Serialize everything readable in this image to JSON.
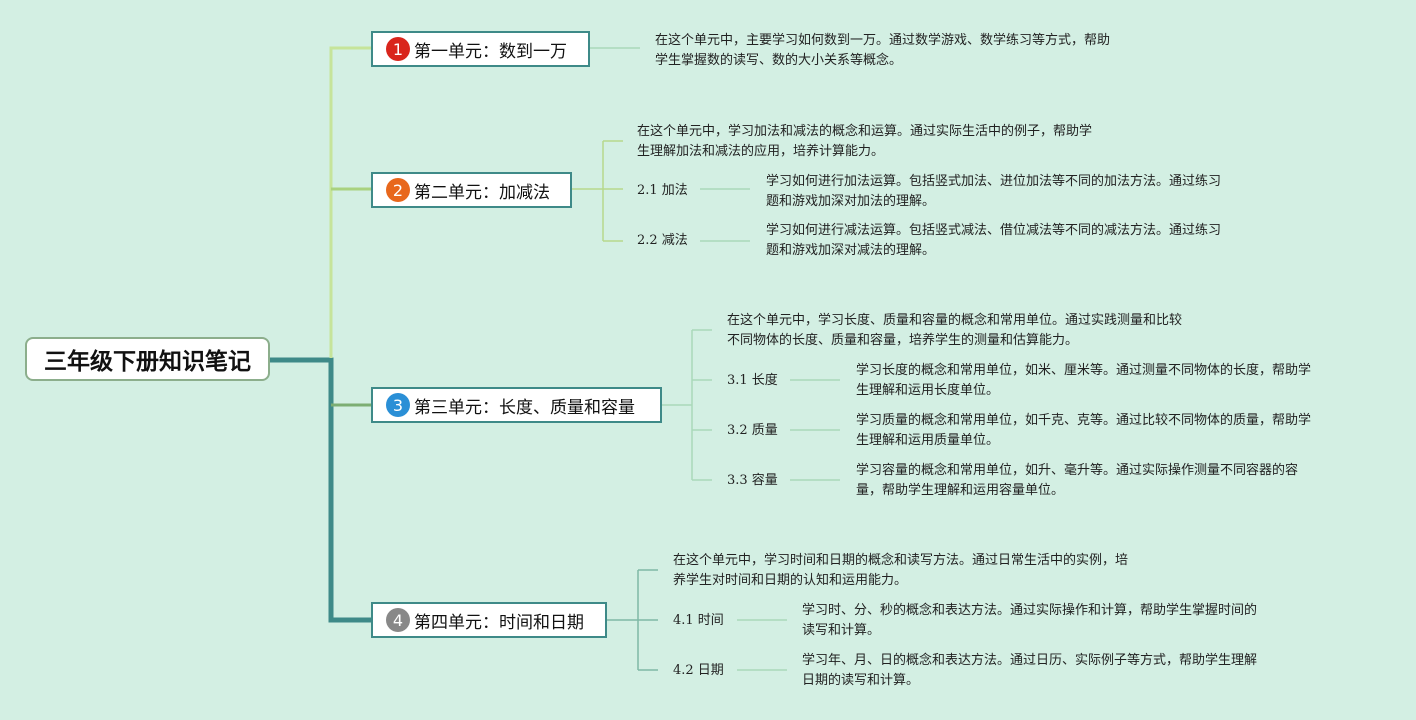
{
  "root": {
    "title": "三年级下册知识笔记"
  },
  "units": [
    {
      "number": "1",
      "badge_color": "#d9251c",
      "title": "第一单元：数到一万",
      "description": [
        "在这个单元中，主要学习如何数到一万。通过数学游戏、数学练习等方式，帮助",
        "学生掌握数的读写、数的大小关系等概念。"
      ],
      "subtopics": []
    },
    {
      "number": "2",
      "badge_color": "#e8671c",
      "title": "第二单元：加减法",
      "description": [
        "在这个单元中，学习加法和减法的概念和运算。通过实际生活中的例子，帮助学",
        "生理解加法和减法的应用，培养计算能力。"
      ],
      "subtopics": [
        {
          "label": "2.1 加法",
          "text": [
            "学习如何进行加法运算。包括竖式加法、进位加法等不同的加法方法。通过练习",
            "题和游戏加深对加法的理解。"
          ]
        },
        {
          "label": "2.2 减法",
          "text": [
            "学习如何进行减法运算。包括竖式减法、借位减法等不同的减法方法。通过练习",
            "题和游戏加深对减法的理解。"
          ]
        }
      ]
    },
    {
      "number": "3",
      "badge_color": "#2a8fd6",
      "title": "第三单元：长度、质量和容量",
      "description": [
        "在这个单元中，学习长度、质量和容量的概念和常用单位。通过实践测量和比较",
        "不同物体的长度、质量和容量，培养学生的测量和估算能力。"
      ],
      "subtopics": [
        {
          "label": "3.1 长度",
          "text": [
            "学习长度的概念和常用单位，如米、厘米等。通过测量不同物体的长度，帮助学",
            "生理解和运用长度单位。"
          ]
        },
        {
          "label": "3.2 质量",
          "text": [
            "学习质量的概念和常用单位，如千克、克等。通过比较不同物体的质量，帮助学",
            "生理解和运用质量单位。"
          ]
        },
        {
          "label": "3.3 容量",
          "text": [
            "学习容量的概念和常用单位，如升、毫升等。通过实际操作测量不同容器的容",
            "量，帮助学生理解和运用容量单位。"
          ]
        }
      ]
    },
    {
      "number": "4",
      "badge_color": "#888888",
      "title": "第四单元：时间和日期",
      "description": [
        "在这个单元中，学习时间和日期的概念和读写方法。通过日常生活中的实例，培",
        "养学生对时间和日期的认知和运用能力。"
      ],
      "subtopics": [
        {
          "label": "4.1 时间",
          "text": [
            "学习时、分、秒的概念和表达方法。通过实际操作和计算，帮助学生掌握时间的",
            "读写和计算。"
          ]
        },
        {
          "label": "4.2 日期",
          "text": [
            "学习年、月、日的概念和表达方法。通过日历、实际例子等方式，帮助学生理解",
            "日期的读写和计算。"
          ]
        }
      ]
    }
  ],
  "colors": {
    "background": "#d3efe3",
    "trunk": "#3e8a88",
    "branch_1": "#c6e49a",
    "branch_2": "#a9d27f",
    "branch_3": "#7cae73",
    "detail_line": "#a9d9b9"
  }
}
